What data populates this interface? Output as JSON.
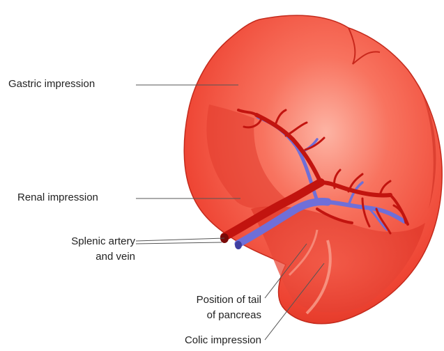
{
  "labels": {
    "gastric": "Gastric impression",
    "renal": "Renal impression",
    "splenic_line1": "Splenic artery",
    "splenic_line2": "and vein",
    "pancreas_line1": "Position of tail",
    "pancreas_line2": "of pancreas",
    "colic": "Colic impression"
  },
  "colors": {
    "organ": "#ef4a3c",
    "organ_light": "#fb8f7c",
    "organ_dark": "#c8281c",
    "artery": "#c2140f",
    "vein": "#6f6fd8",
    "leader": "#555555"
  }
}
